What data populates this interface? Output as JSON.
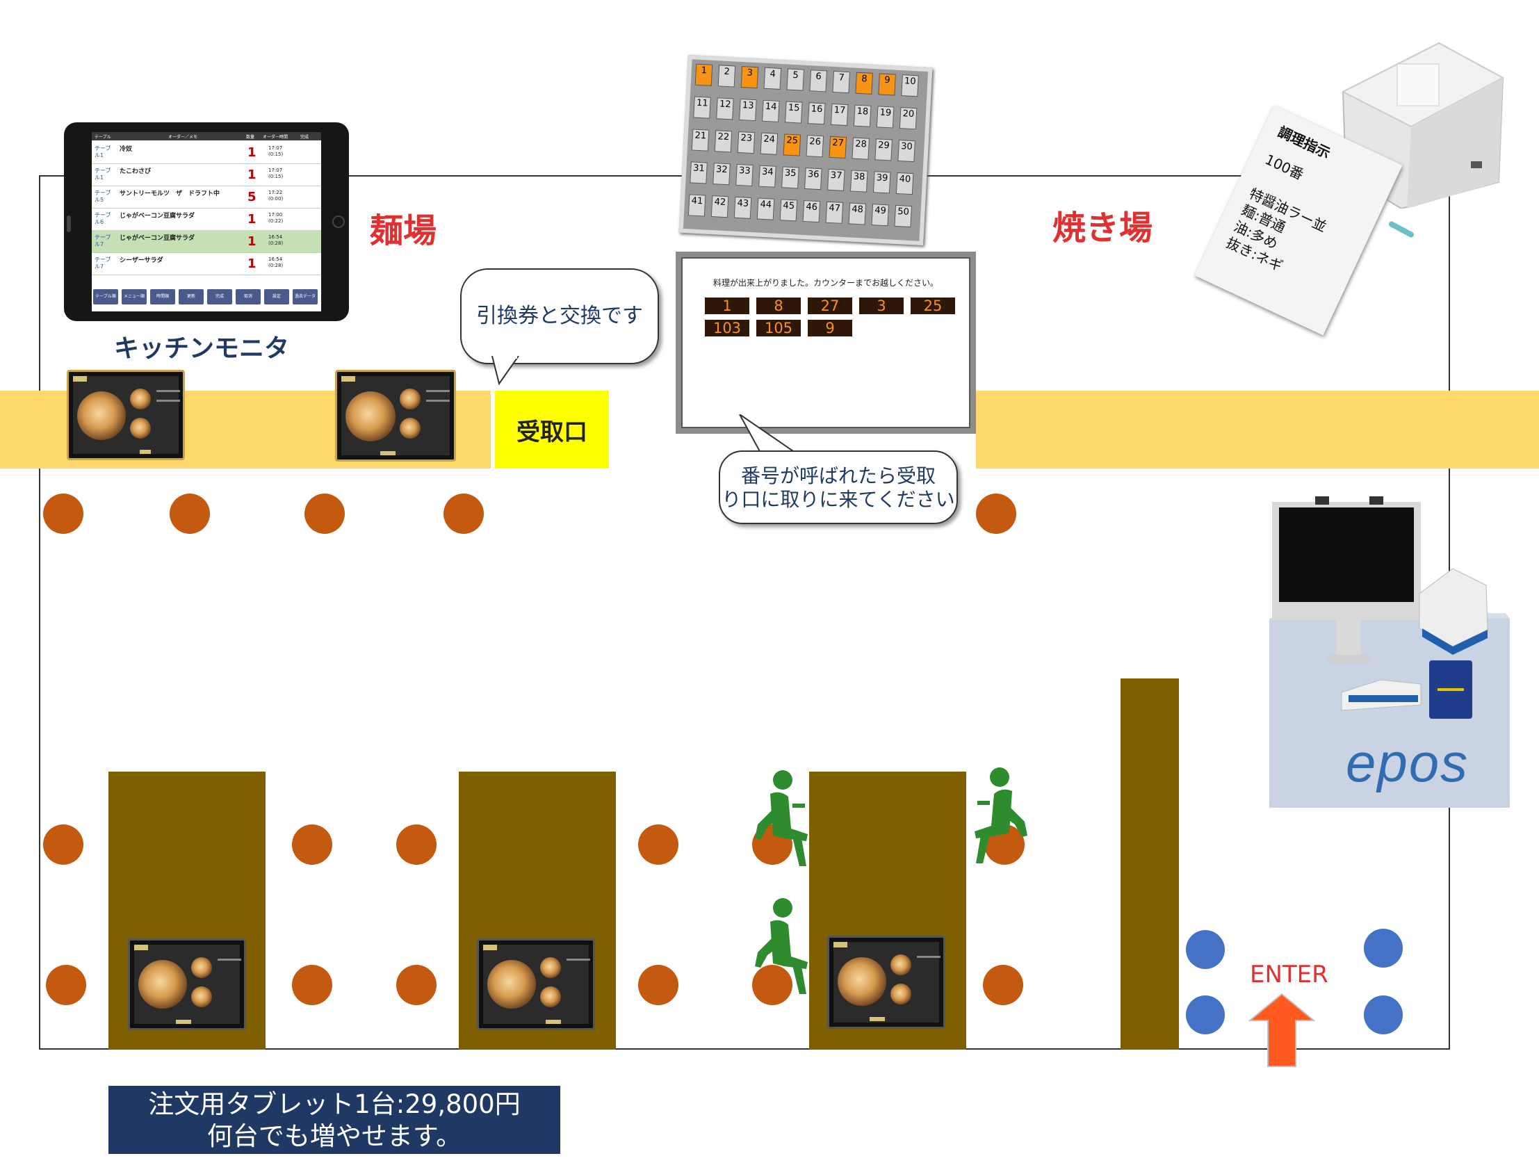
{
  "labels": {
    "noodle_area": "麺場",
    "grill_area": "焼き場",
    "kitchen_monitor": "キッチンモニタ",
    "pickup_counter": "受取口",
    "bubble_exchange": "引換券と交換です",
    "bubble_call_line1": "番号が呼ばれたら受取",
    "bubble_call_line2": "り口に取りに来てください",
    "enter": "ENTER",
    "note_line1": "注文用タブレット1台:29,800円",
    "note_line2": "何台でも増やせます。",
    "epos": "epos"
  },
  "kitchen_monitor": {
    "headers": [
      "テーブル",
      "オーダー／メモ",
      "数量",
      "オーダー時間",
      "完成"
    ],
    "rows": [
      {
        "table": "テーブル1",
        "item": "冷奴",
        "qty": "1",
        "time": "17:07",
        "elapsed": "(0:15)",
        "highlight": false
      },
      {
        "table": "テーブル1",
        "item": "たこわさび",
        "qty": "1",
        "time": "17:07",
        "elapsed": "(0:15)",
        "highlight": false
      },
      {
        "table": "テーブル5",
        "item": "サントリーモルツ　ザ　ドラフト中",
        "qty": "5",
        "time": "17:22",
        "elapsed": "(0:00)",
        "highlight": false
      },
      {
        "table": "テーブル6",
        "item": "じゃがベーコン豆腐サラダ",
        "qty": "1",
        "time": "17:00",
        "elapsed": "(0:22)",
        "highlight": false
      },
      {
        "table": "テーブル7",
        "item": "じゃがベーコン豆腐サラダ",
        "qty": "1",
        "time": "16:54",
        "elapsed": "(0:28)",
        "highlight": true
      },
      {
        "table": "テーブル7",
        "item": "シーザーサラダ",
        "qty": "1",
        "time": "16:54",
        "elapsed": "(0:28)",
        "highlight": false
      }
    ],
    "buttons": [
      "テーブル順",
      "メニュー順",
      "時間順",
      "更新",
      "完成",
      "取消",
      "設定",
      "過去データ"
    ]
  },
  "number_board": {
    "numbers": [
      1,
      2,
      3,
      4,
      5,
      6,
      7,
      8,
      9,
      10,
      11,
      12,
      13,
      14,
      15,
      16,
      17,
      18,
      19,
      20,
      21,
      22,
      23,
      24,
      25,
      26,
      27,
      28,
      29,
      30,
      31,
      32,
      33,
      34,
      35,
      36,
      37,
      38,
      39,
      40,
      41,
      42,
      43,
      44,
      45,
      46,
      47,
      48,
      49,
      50
    ],
    "highlighted": [
      1,
      3,
      8,
      9,
      25,
      27
    ]
  },
  "call_screen": {
    "message": "料理が出来上がりました。カウンターまでお越しください。",
    "row1": [
      "1",
      "8",
      "27",
      "3",
      "25"
    ],
    "row2": [
      "103",
      "105",
      "9"
    ]
  },
  "receipt": {
    "lines": [
      "調理指示",
      "100番",
      "特醤油ラー並",
      "麺:普通",
      "油:多め",
      "抜き:ネギ"
    ]
  },
  "colors": {
    "stool": "#c35a10",
    "table": "#7e6000",
    "counter_band": "#fdd86a",
    "pickup": "#ffff00",
    "post": "#4472c4",
    "person": "#2e8b2e",
    "arrow": "#ff5a1f",
    "note_bg": "#1f3864"
  }
}
